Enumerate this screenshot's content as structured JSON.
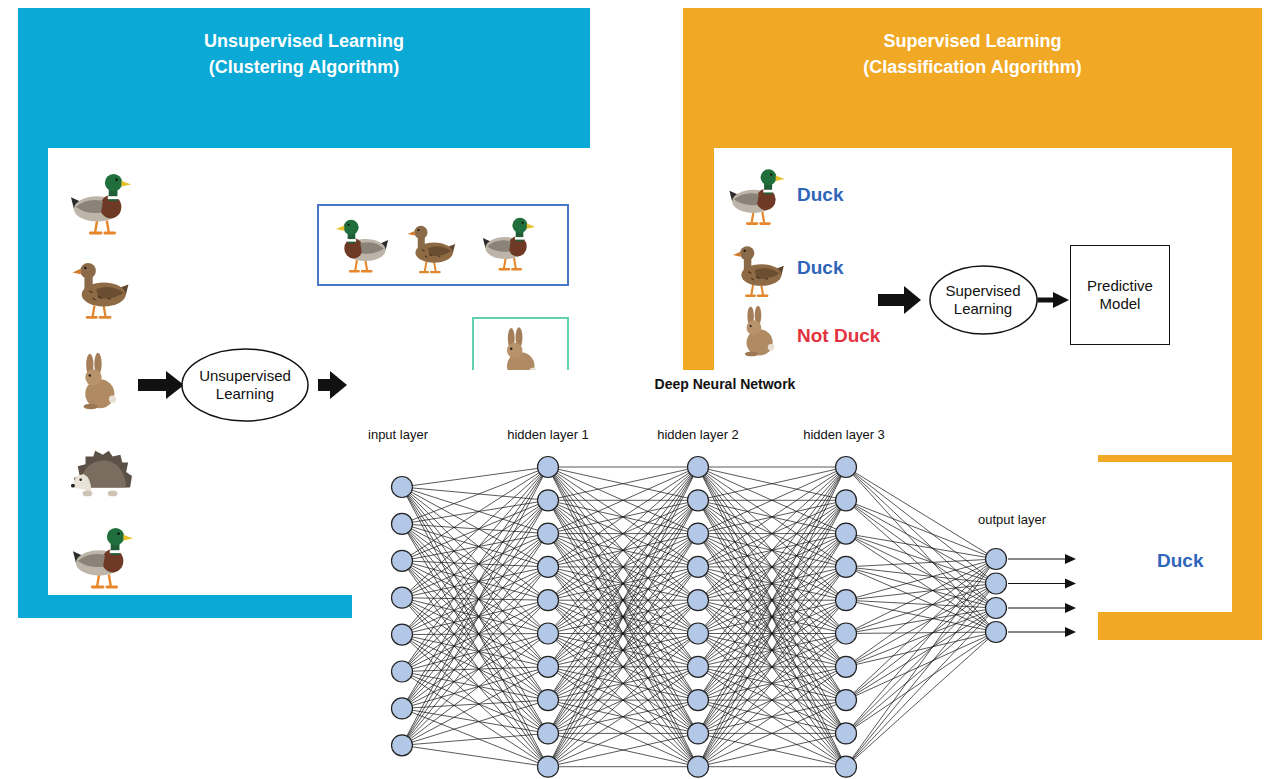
{
  "diagram": {
    "nodes": [
      {
        "text": [
          "Unsupervised Learning (Clustering Algorithm)"
        ]
      },
      {
        "text": [
          "Unsupervised Learning"
        ],
        "in": 0
      },
      {
        "text": [
          "Supervised Learning (Classification Algorithm)"
        ]
      },
      {
        "text": [
          "Supervised Learning"
        ],
        "in": 2
      },
      {
        "text": [
          "Predictive Model"
        ],
        "in": 2
      },
      {
        "text": [
          "Deep Neural Network"
        ]
      }
    ],
    "edges": [
      {
        "from": 3,
        "to": 4,
        "arrow": "to"
      }
    ],
    "labels": [
      "Duck",
      "Duck",
      "Not Duck",
      "Duck",
      "input layer",
      "hidden layer 1",
      "hidden layer 2",
      "hidden layer 3",
      "output layer"
    ]
  }
}
